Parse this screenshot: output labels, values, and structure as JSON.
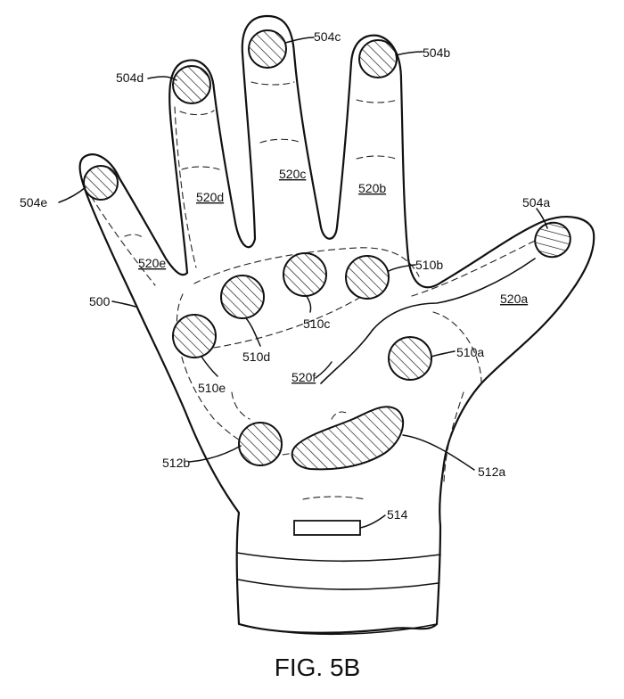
{
  "figure": {
    "caption": "FIG. 5B"
  },
  "labels": {
    "glove": "500",
    "fingertip_a": "504a",
    "fingertip_b": "504b",
    "fingertip_c": "504c",
    "fingertip_d": "504d",
    "fingertip_e": "504e",
    "palm_a": "510a",
    "palm_b": "510b",
    "palm_c": "510c",
    "palm_d": "510d",
    "palm_e": "510e",
    "heel_a": "512a",
    "heel_b": "512b",
    "wrist": "514",
    "zone_a": "520a",
    "zone_b": "520b",
    "zone_c": "520c",
    "zone_d": "520d",
    "zone_e": "520e",
    "zone_f": "520f"
  }
}
